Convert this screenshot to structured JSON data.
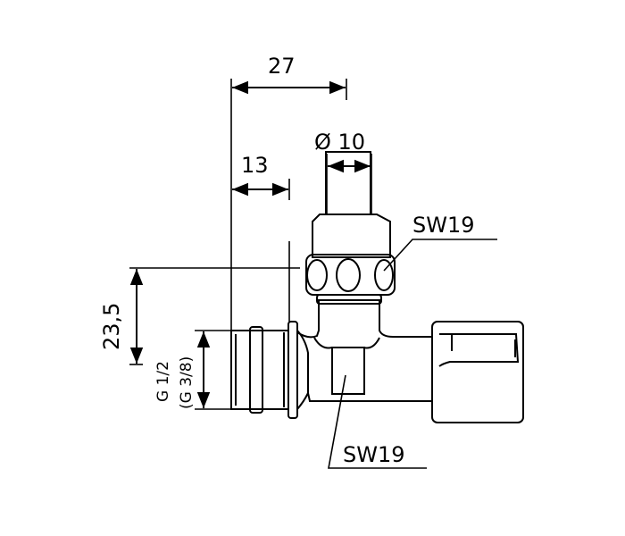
{
  "title": "Angle valve dimension drawing",
  "dimensions": {
    "overall_width": "27",
    "outlet_diameter": "Ø 10",
    "inlet_depth": "13",
    "height_offset": "23,5",
    "thread_primary": "G 1/2",
    "thread_alt": "(G 3/8)"
  },
  "callouts": {
    "top_wrench_size": "SW19",
    "bottom_wrench_size": "SW19"
  },
  "colors": {
    "line": "#000000",
    "background": "#ffffff"
  }
}
